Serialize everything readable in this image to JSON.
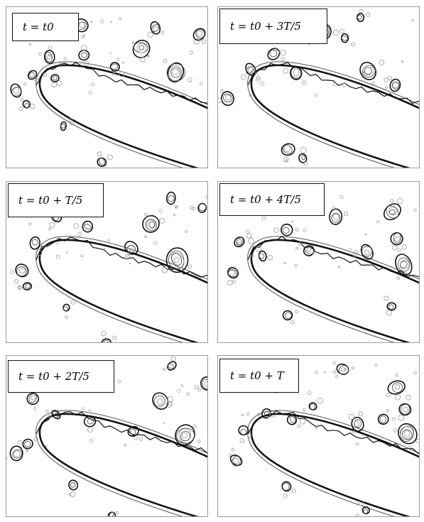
{
  "figure": {
    "panels": [
      {
        "label": "t = t0"
      },
      {
        "label": "t = t0 + 3T/5"
      },
      {
        "label": "t = t0 + T/5"
      },
      {
        "label": "t = t0 + 4T/5"
      },
      {
        "label": "t = t0 + 2T/5"
      },
      {
        "label": "t = t0 + T"
      }
    ]
  },
  "colors": {
    "contour_dark": "#111111",
    "contour_mid": "#555555",
    "contour_light": "#9a9a9a",
    "panel_border": "#9a9a9a"
  }
}
